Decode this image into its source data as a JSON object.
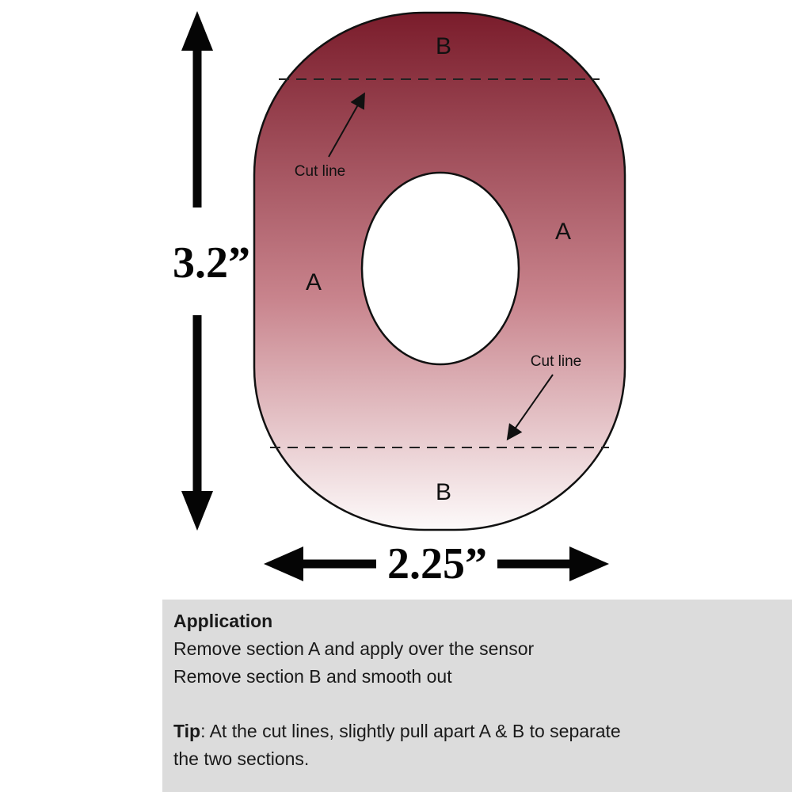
{
  "diagram": {
    "patch": {
      "label_top": "B",
      "label_bottom": "B",
      "label_a_left": "A",
      "label_a_right": "A",
      "cut_line_top_label": "Cut line",
      "cut_line_bottom_label": "Cut line",
      "height_dimension": "3.2”",
      "width_dimension": "2.25”",
      "colors": {
        "gradient_top": "#7a1c2b",
        "gradient_mid": "#c8838c",
        "gradient_bottom": "#fdfafa",
        "outline": "#111111"
      }
    }
  },
  "application_box": {
    "heading": "Application",
    "line1": "Remove section A and apply over the sensor",
    "line2": "Remove section B and smooth out",
    "tip_label": "Tip",
    "tip_text": ": At the cut lines, slightly pull apart A & B to separate the two sections.",
    "background": "#dcdcdc"
  }
}
